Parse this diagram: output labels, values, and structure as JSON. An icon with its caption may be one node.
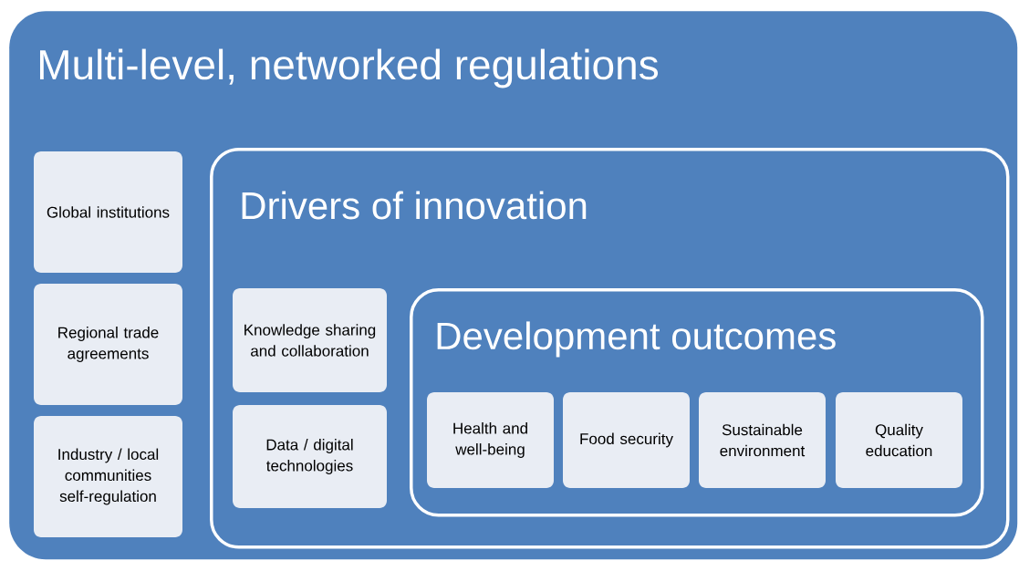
{
  "diagram": {
    "nodes": [
      {
        "text": [
          "Multi-level, networked regulations"
        ]
      },
      {
        "text": [
          "Global institutions"
        ],
        "in": 0
      },
      {
        "text": [
          "Regional trade agreements"
        ],
        "in": 0
      },
      {
        "text": [
          "Industry / local communities self-regulation"
        ],
        "in": 0
      },
      {
        "text": [
          "Drivers of innovation"
        ],
        "in": 0
      },
      {
        "text": [
          "Knowledge sharing and collaboration"
        ],
        "in": 4
      },
      {
        "text": [
          "Data / digital technologies"
        ],
        "in": 4
      },
      {
        "text": [
          "Development outcomes"
        ],
        "in": 4
      },
      {
        "text": [
          "Health and well-being"
        ],
        "in": 7
      },
      {
        "text": [
          "Food security"
        ],
        "in": 7
      },
      {
        "text": [
          "Sustainable environment"
        ],
        "in": 7
      },
      {
        "text": [
          "Quality education"
        ],
        "in": 7
      }
    ]
  }
}
